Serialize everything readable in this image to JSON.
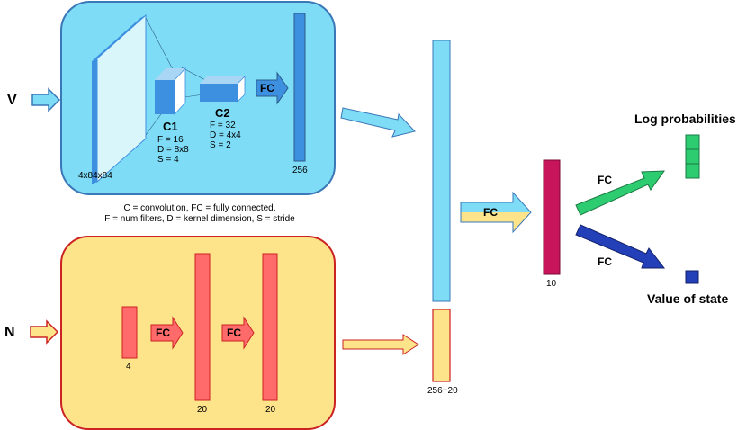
{
  "inputs": {
    "v_label": "V",
    "n_label": "N"
  },
  "v_branch": {
    "input_dims": "4x84x84",
    "conv1": {
      "name": "C1",
      "params": [
        "F = 16",
        "D = 8x8",
        "S = 4"
      ]
    },
    "conv2": {
      "name": "C2",
      "params": [
        "F = 32",
        "D = 4x4",
        "S = 2"
      ]
    },
    "fc_label": "FC",
    "fc_size": "256",
    "colors": {
      "panel_fill": "#7fdcf6",
      "panel_border": "#3a78b8",
      "layer": "#3d8fe0"
    }
  },
  "legend": {
    "line1": "C = convolution, FC = fully connected,",
    "line2": "F = num filters, D = kernel dimension, S = stride"
  },
  "n_branch": {
    "input_size": "4",
    "fc1_label": "FC",
    "fc1_size": "20",
    "fc2_label": "FC",
    "fc2_size": "20",
    "colors": {
      "panel_fill": "#fde38a",
      "panel_border": "#cc2222",
      "layer": "#ff6b6b"
    }
  },
  "merge": {
    "size": "256+20",
    "fc_label": "FC"
  },
  "hidden": {
    "size": "10",
    "color": "#c8145a"
  },
  "outputs": {
    "policy_fc": "FC",
    "policy_label": "Log probabilities",
    "value_fc": "FC",
    "value_label": "Value of state",
    "colors": {
      "policy": "#2ecc71",
      "value": "#2340b8"
    }
  }
}
